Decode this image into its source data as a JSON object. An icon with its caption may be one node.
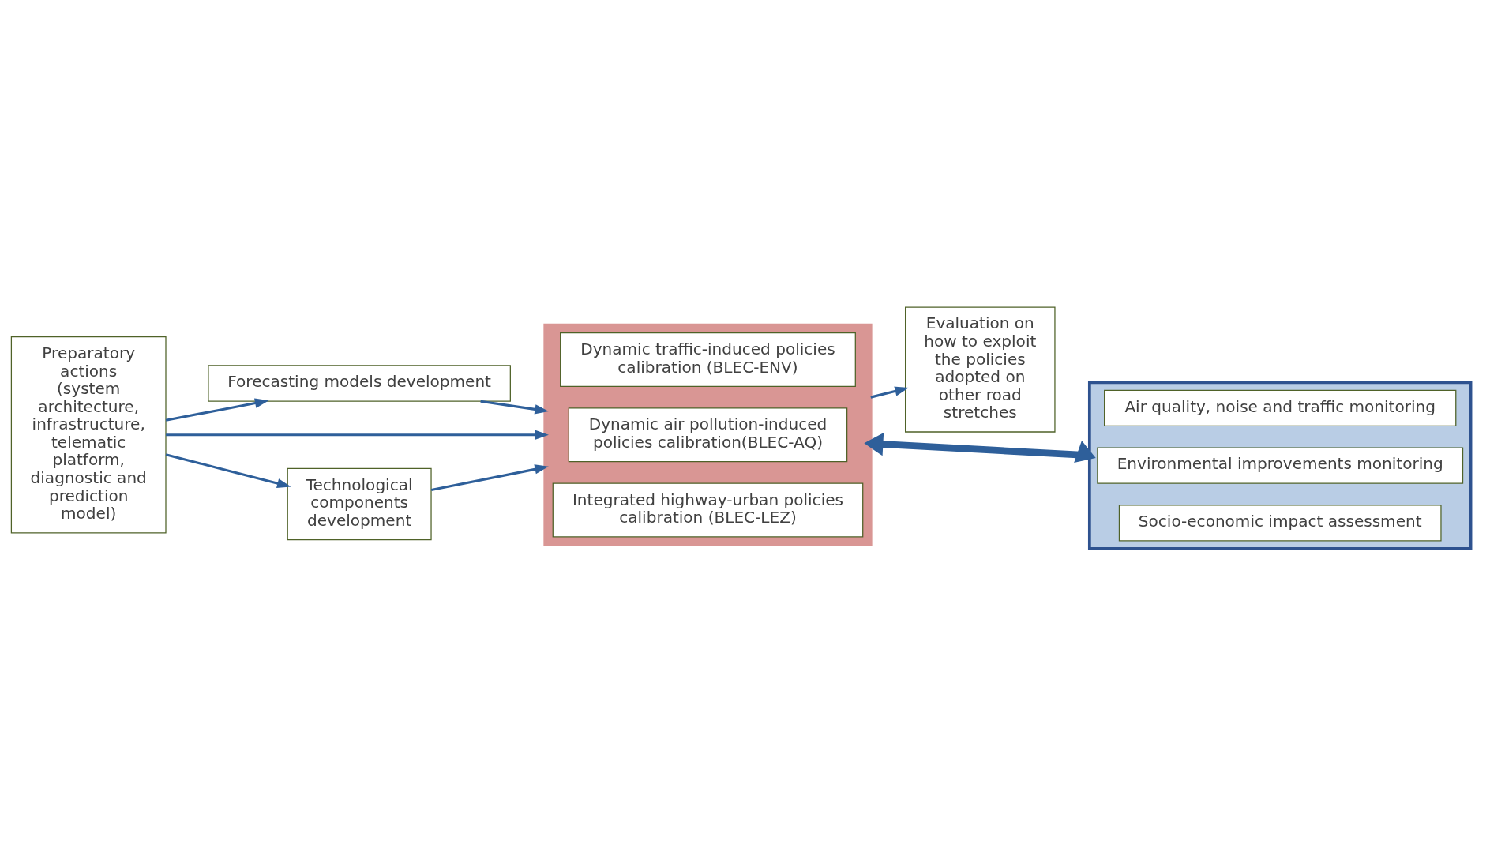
{
  "diagram": {
    "nodes": [
      {
        "text": [
          "Preparatory actions",
          "(system architecture, infrastructure, telematic platform, diagnostic and prediction model)"
        ]
      },
      {
        "text": [
          "Forecasting models development"
        ]
      },
      {
        "text": [],
        "shape": "box"
      },
      {
        "text": [
          "Dynamic traffic-induced policies calibration (BLEC-ENV)"
        ],
        "in": 2
      },
      {
        "text": [
          "Dynamic air pollution-induced policies calibration(BLEC-AQ)"
        ],
        "in": 2
      },
      {
        "text": [
          "Integrated highway-urban policies calibration (BLEC-LEZ)"
        ],
        "in": 2
      },
      {
        "text": [
          "Evaluation on how to exploit the policies adopted on other road stretches"
        ]
      },
      {
        "text": [
          "Technological components development"
        ]
      },
      {
        "text": [],
        "shape": "box"
      },
      {
        "text": [
          "Air quality, noise and traffic monitoring"
        ],
        "in": 8
      },
      {
        "text": [
          "Environmental improvements monitoring"
        ],
        "in": 8
      },
      {
        "text": [
          "Socio-economic impact assessment"
        ],
        "in": 8
      }
    ],
    "edges": [
      {
        "from": 0,
        "to": 1,
        "arrow": "to"
      },
      {
        "from": 1,
        "to": 2,
        "arrow": "to"
      },
      {
        "from": 0,
        "to": 2,
        "arrow": "to"
      },
      {
        "from": 2,
        "to": 6,
        "arrow": "to"
      },
      {
        "from": 0,
        "to": 7,
        "arrow": "to"
      },
      {
        "from": 7,
        "to": 2,
        "arrow": "to"
      },
      {
        "from": 2,
        "to": 8,
        "arrow": "both",
        "style": "thick"
      }
    ]
  }
}
